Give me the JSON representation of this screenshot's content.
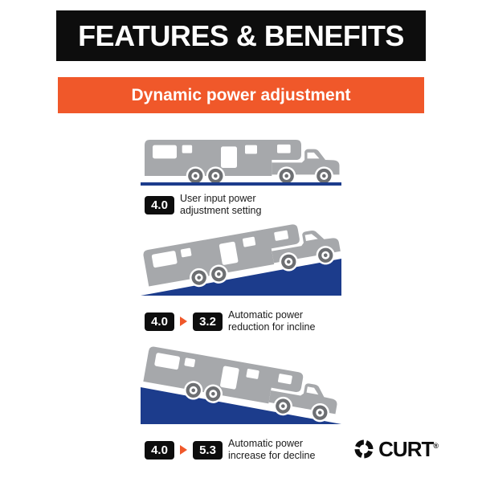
{
  "header": {
    "title": "FEATURES & BENEFITS"
  },
  "banner": {
    "subtitle": "Dynamic power adjustment"
  },
  "sections": [
    {
      "name": "level-ground",
      "badge_start": "4.0",
      "caption_line1": "User input power",
      "caption_line2": "adjustment setting"
    },
    {
      "name": "incline",
      "badge_start": "4.0",
      "badge_end": "3.2",
      "caption_line1": "Automatic power",
      "caption_line2": "reduction for incline"
    },
    {
      "name": "decline",
      "badge_start": "4.0",
      "badge_end": "5.3",
      "caption_line1": "Automatic power",
      "caption_line2": "increase for decline"
    }
  ],
  "logo": {
    "brand": "CURT",
    "registered_mark": "®"
  },
  "colors": {
    "banner_black": "#0d0d0d",
    "accent_orange": "#f0582a",
    "silhouette_gray": "#a6a8ab",
    "wheel_gray": "#6d6f72",
    "ramp_blue": "#1c3c8c"
  },
  "icons": {
    "rig": "truck-trailer-silhouette",
    "arrow": "arrow-right-icon",
    "emblem": "curt-emblem-icon"
  }
}
